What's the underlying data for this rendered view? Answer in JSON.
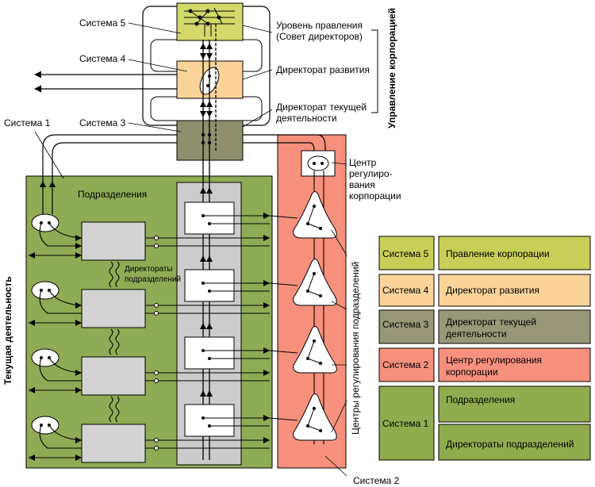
{
  "labels": {
    "system5": "Система 5",
    "system4": "Система 4",
    "system3": "Система 3",
    "system1": "Система 1",
    "system2": "Система 2",
    "governance_level_1": "Уровень правления",
    "governance_level_2": "(Совет директоров)",
    "dev_directorate": "Директорат развития",
    "current_directorate_1": "Директорат текущей",
    "current_directorate_2": "деятельности",
    "corp_management": "Управление корпорацией",
    "current_activity": "Текущая деятельность",
    "divisions": "Подразделения",
    "division_directorates_1": "Директораты",
    "division_directorates_2": "подразделений",
    "regulation_center_1": "Центр",
    "regulation_center_2": "регулиро-",
    "regulation_center_3": "вания",
    "regulation_center_4": "корпорации",
    "division_regulation_centers": "Центры регулирования подразделений"
  },
  "legend": [
    {
      "system": "Система 5",
      "line1": "Правление корпорации",
      "line2": "",
      "color": "#c8cf58"
    },
    {
      "system": "Система 4",
      "line1": "Директорат развития",
      "line2": "",
      "color": "#fcd49a"
    },
    {
      "system": "Система 3",
      "line1": "Директорат текущей",
      "line2": "деятельности",
      "color": "#989878"
    },
    {
      "system": "Система 2",
      "line1": "Центр регулирования",
      "line2": "корпорации",
      "color": "#f7907c"
    },
    {
      "system": "Система 1",
      "line1": "Подразделения",
      "line2": "Директораты подразделений",
      "color": "#91ac4f"
    }
  ],
  "colors": {
    "system5": "#d3d96a",
    "system4": "#fcd49a",
    "system3": "#8f8f6e",
    "system2": "#f7907c",
    "system1": "#8fab55",
    "column_gray": "#cccccc",
    "operation_box": "#d3d3d3"
  }
}
